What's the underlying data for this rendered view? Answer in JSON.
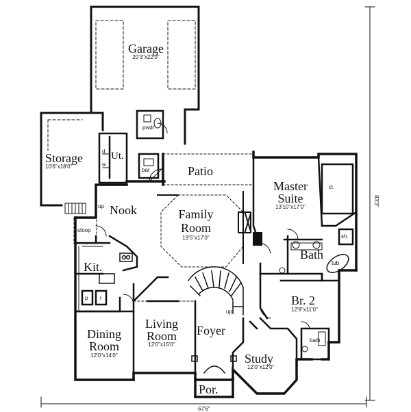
{
  "rooms": {
    "garage": {
      "name": "Garage",
      "dims": "20'3\"x22'0\""
    },
    "storage": {
      "name": "Storage",
      "dims": "10'6\"x18'0\""
    },
    "utility": {
      "name": "Ut."
    },
    "powder": {
      "name": "pwdr"
    },
    "bar": {
      "name": "bar"
    },
    "patio": {
      "name": "Patio"
    },
    "nook": {
      "name": "Nook"
    },
    "family": {
      "name_line1": "Family",
      "name_line2": "Room",
      "dims": "19'5\"x17'0\""
    },
    "master": {
      "name_line1": "Master",
      "name_line2": "Suite",
      "dims": "13'10\"x17'0\""
    },
    "closet_master": {
      "name": "cl."
    },
    "shower": {
      "name": "sh."
    },
    "bath_master": {
      "name": "Bath"
    },
    "tub": {
      "name": "tub"
    },
    "stoop": {
      "name": "stoop"
    },
    "kitchen": {
      "name": "Kit."
    },
    "pantry": {
      "name": "p"
    },
    "refrigerator": {
      "name": "r"
    },
    "br2": {
      "name": "Br. 2",
      "dims": "12'9\"x11'0\""
    },
    "dining": {
      "name_line1": "Dining",
      "name_line2": "Room",
      "dims": "12'0\"x14'0\""
    },
    "living": {
      "name_line1": "Living",
      "name_line2": "Room",
      "dims": "12'0\"x15'0\""
    },
    "foyer": {
      "name": "Foyer"
    },
    "study": {
      "name": "Study",
      "dims": "12'0\"x12'0\""
    },
    "bath_br2": {
      "name": "bath"
    },
    "porch": {
      "name": "Por."
    }
  },
  "utility_labels": {
    "d": "d",
    "w": "w"
  },
  "stairs": {
    "up_garage": "up",
    "up_foyer": "up"
  },
  "dimensions": {
    "width": "67'6\"",
    "depth": "83'3\""
  }
}
